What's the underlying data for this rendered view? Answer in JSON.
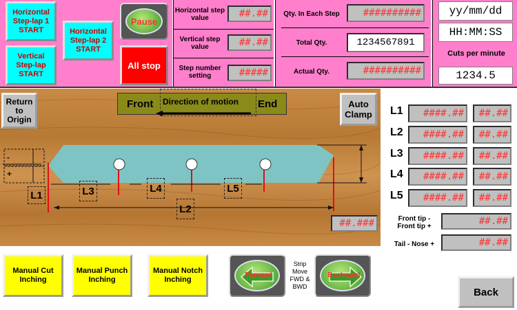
{
  "top": {
    "h_step1": "Horizontal Step-lap 1 START",
    "h_step2": "Horizontal Step-lap 2 START",
    "v_step": "Vertical Step-lap START",
    "pause": "Pause",
    "all_stop": "All stop",
    "h_step_value_label": "Horizontal step value",
    "h_step_value": "##.##",
    "v_step_value_label": "Vertical step value",
    "v_step_value": "##.##",
    "step_number_label": "Step number setting",
    "step_number_value": "#####",
    "qty_each_label": "Qty. In Each Step",
    "qty_each_value": "##########",
    "total_qty_label": "Total Qty.",
    "total_qty_value": "1234567891",
    "actual_qty_label": "Actual Qty.",
    "actual_qty_value": "##########",
    "date": "yy/mm/dd",
    "time": "HH:MM:SS",
    "cpm_label": "Cuts per minute",
    "cpm_value": "1234.5"
  },
  "diagram": {
    "return_to_origin": "Return to Origin",
    "front": "Front",
    "direction": "Direction of motion",
    "end": "End",
    "auto_clamp": "Auto Clamp",
    "l1": "L1",
    "l2": "L2",
    "l3": "L3",
    "l4": "L4",
    "l5": "L5",
    "tail_value": "##.###"
  },
  "right": {
    "rows": [
      {
        "label": "L1",
        "v1": "####.##",
        "v2": "##.##"
      },
      {
        "label": "L2",
        "v1": "####.##",
        "v2": "##.##"
      },
      {
        "label": "L3",
        "v1": "####.##",
        "v2": "##.##"
      },
      {
        "label": "L4",
        "v1": "####.##",
        "v2": "##.##"
      },
      {
        "label": "L5",
        "v1": "####.##",
        "v2": "##.##"
      }
    ],
    "front_tip_label": "Front tip - Front tip +",
    "front_tip_value": "##.##",
    "tail_nose_label": "Tail - Nose +",
    "tail_nose_value": "##.##"
  },
  "bottom": {
    "manual_cut": "Manual Cut Inching",
    "manual_punch": "Manual Punch Inching",
    "manual_notch": "Manual Notch Inching",
    "forward": "Forward",
    "strip_move": "Strip Move FWD & BWD",
    "backward": "Backward",
    "back": "Back"
  },
  "colors": {
    "pink": "#ff7fcc",
    "cyan": "#00ffff",
    "stop_red": "#ff0000",
    "wood": "#c8853a",
    "strip": "#7fc4c4"
  }
}
